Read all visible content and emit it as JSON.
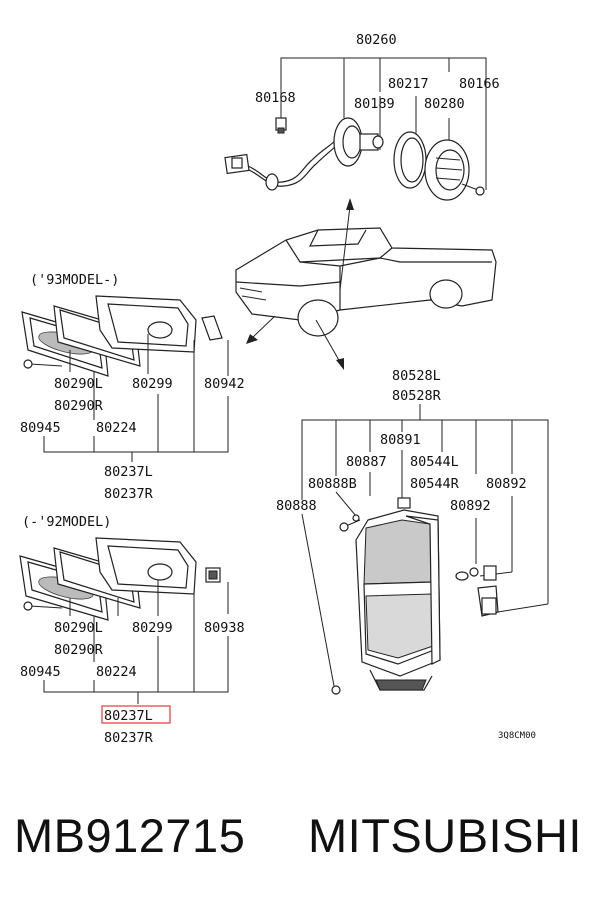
{
  "lamp_assembly": {
    "top": "80260",
    "l80217": "80217",
    "l80166": "80166",
    "l80168": "80168",
    "l80189": "80189",
    "l80280": "80280"
  },
  "model93": {
    "heading": "('93MODEL-)",
    "l80290L": "80290L",
    "l80290R": "80290R",
    "l80299": "80299",
    "l80942": "80942",
    "l80945": "80945",
    "l80224": "80224",
    "l80237L": "80237L",
    "l80237R": "80237R"
  },
  "model92": {
    "heading": "(-'92MODEL)",
    "l80290L": "80290L",
    "l80290R": "80290R",
    "l80299": "80299",
    "l80938": "80938",
    "l80945": "80945",
    "l80224": "80224",
    "l80237L": "80237L",
    "l80237R": "80237R"
  },
  "combination_lamp": {
    "l80528L": "80528L",
    "l80528R": "80528R",
    "l80891": "80891",
    "l80887": "80887",
    "l80544L": "80544L",
    "l80888B": "80888B",
    "l80544R": "80544R",
    "l80892a": "80892",
    "l80888": "80888",
    "l80892b": "80892"
  },
  "diagram_code": "3Q8CM00",
  "highlight_color": "#e23b3b",
  "footer": {
    "part_number": "MB912715",
    "brand": "MITSUBISHI"
  }
}
